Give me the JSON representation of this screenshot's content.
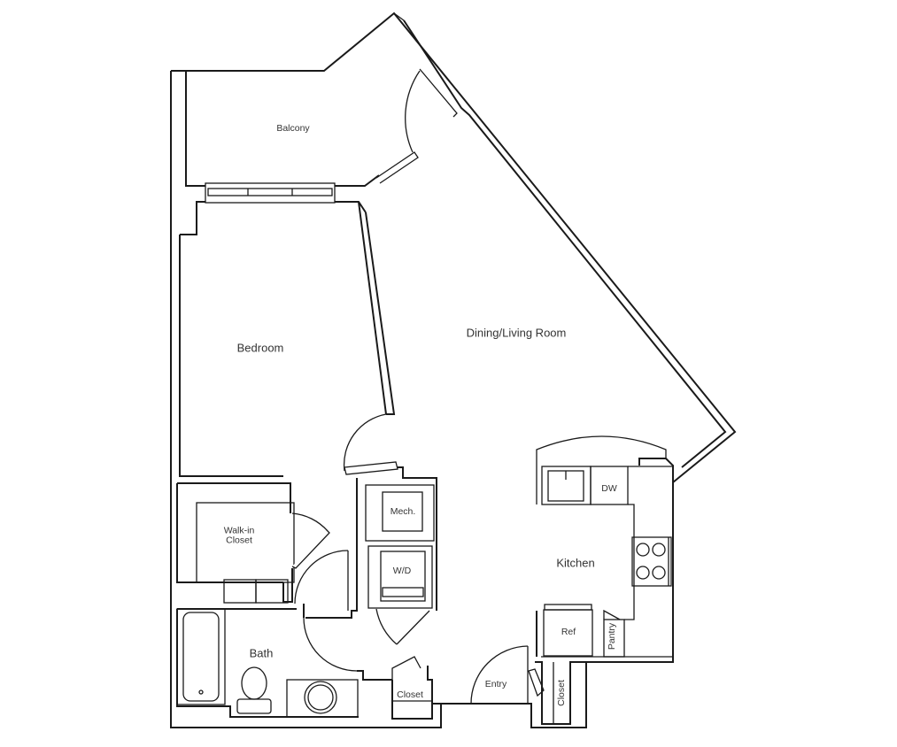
{
  "floor_plan": {
    "rooms": [
      {
        "key": "balcony",
        "label": "Balcony"
      },
      {
        "key": "dining_living",
        "label": "Dining/Living Room"
      },
      {
        "key": "bedroom",
        "label": "Bedroom"
      },
      {
        "key": "walk_in_closet",
        "label": "Walk-in Closet"
      },
      {
        "key": "mech",
        "label": "Mech."
      },
      {
        "key": "wd",
        "label": "W/D"
      },
      {
        "key": "kitchen",
        "label": "Kitchen"
      },
      {
        "key": "dw",
        "label": "DW"
      },
      {
        "key": "ref",
        "label": "Ref"
      },
      {
        "key": "pantry",
        "label": "Pantry"
      },
      {
        "key": "bath",
        "label": "Bath"
      },
      {
        "key": "closet_hall",
        "label": "Closet"
      },
      {
        "key": "entry",
        "label": "Entry"
      },
      {
        "key": "closet_entry",
        "label": "Closet"
      }
    ],
    "colors": {
      "line": "#1a1a1a",
      "text": "#333333",
      "background": "#ffffff"
    }
  }
}
